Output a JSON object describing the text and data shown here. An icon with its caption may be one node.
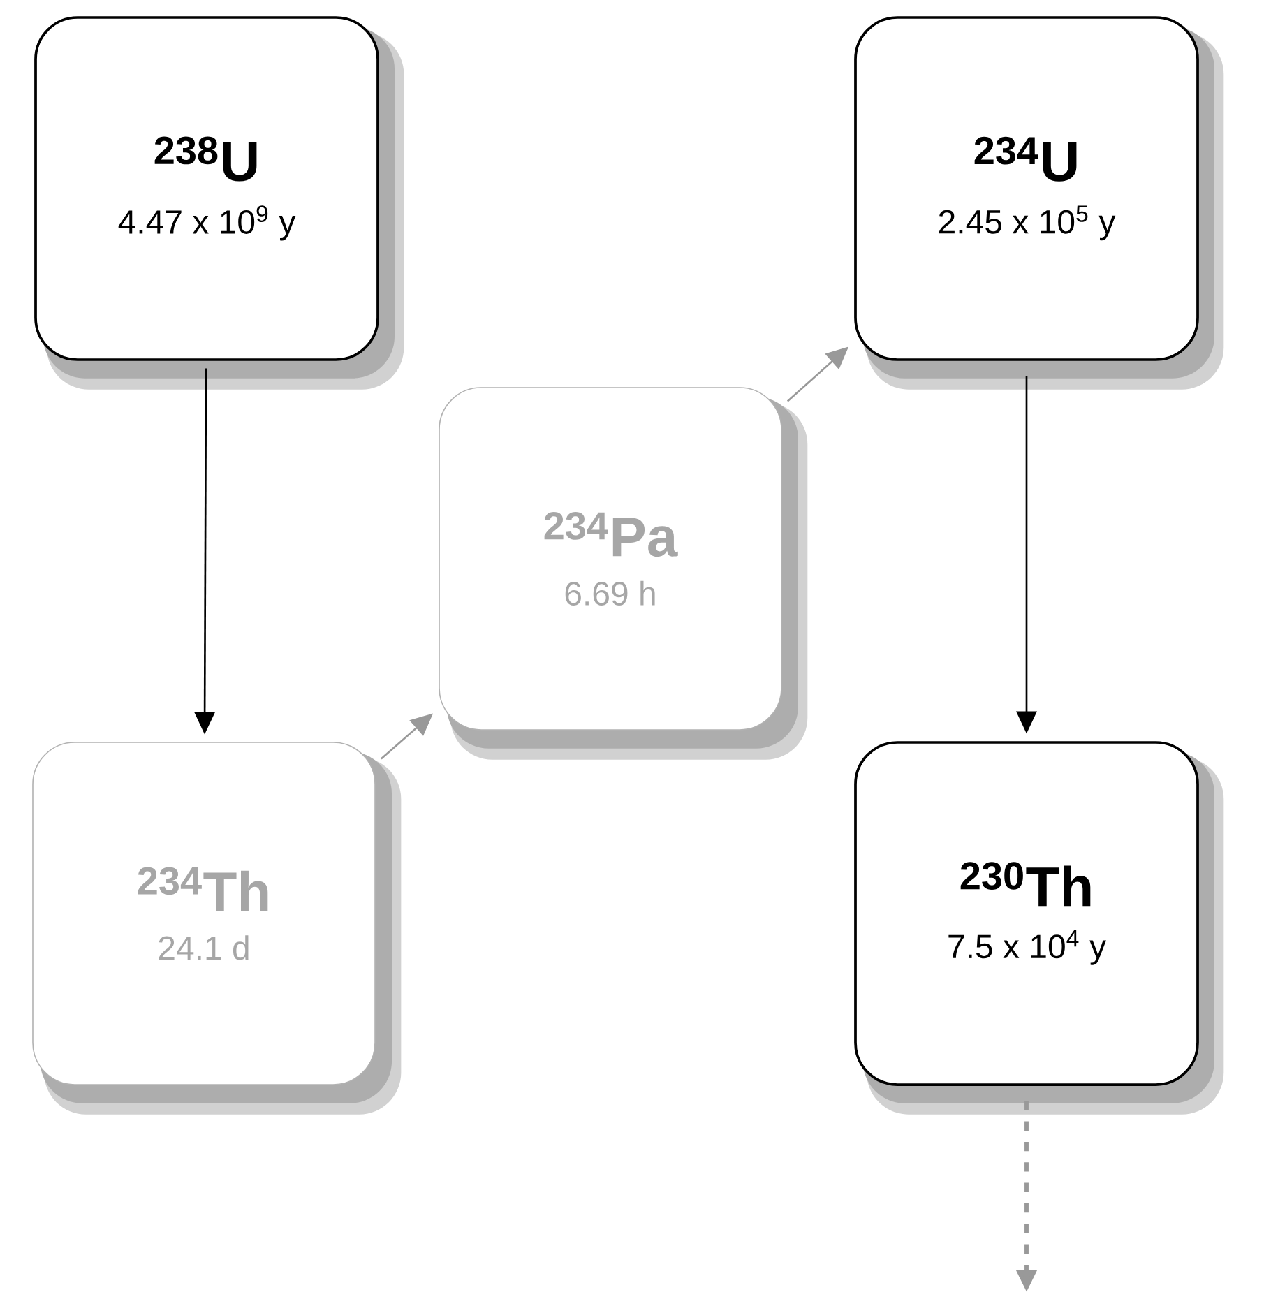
{
  "diagram": {
    "nodes": [
      {
        "text": [
          "$^{238}$U",
          "4.47 x 10$^{9}$ y"
        ]
      },
      {
        "text": [
          "$^{234}$U",
          "2.45 x 10$^{5}$ y"
        ]
      },
      {
        "text": [
          "$^{234}$Pa",
          "6.69 h"
        ]
      },
      {
        "text": [
          "$^{234}$Th",
          "24.1 d"
        ]
      },
      {
        "text": [
          "$^{230}$Th",
          "7.5 x 10$^{4}$ y"
        ]
      }
    ],
    "edges": [
      {
        "from": 0,
        "to": 3,
        "arrow": "to",
        "color": "#000000"
      },
      {
        "from": 3,
        "to": 2,
        "arrow": "to"
      },
      {
        "from": 2,
        "to": 1,
        "arrow": "to"
      },
      {
        "from": 1,
        "to": 4,
        "arrow": "to",
        "color": "#000000"
      },
      {
        "from": 4,
        "to": null,
        "arrow": "to",
        "style": "dashed"
      }
    ]
  }
}
